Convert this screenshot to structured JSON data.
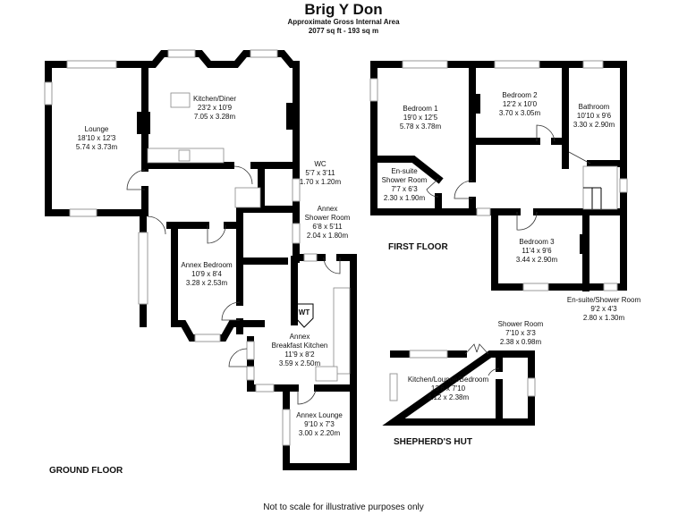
{
  "header": {
    "title": "Brig Y Don",
    "subtitle": "Approximate Gross Internal Area",
    "area": "2077 sq ft - 193 sq m"
  },
  "ground_floor": {
    "label": "GROUND FLOOR",
    "wt_label": "WT",
    "rooms": [
      {
        "name": "Lounge",
        "imperial": "18'10 x 12'3",
        "metric": "5.74 x 3.73m"
      },
      {
        "name": "Kitchen/Diner",
        "imperial": "23'2 x 10'9",
        "metric": "7.05 x 3.28m"
      },
      {
        "name": "WC",
        "imperial": "5'7 x 3'11",
        "metric": "1.70 x 1.20m"
      },
      {
        "name": "Annex",
        "name2": "Shower Room",
        "imperial": "6'8 x 5'11",
        "metric": "2.04 x 1.80m"
      },
      {
        "name": "Annex Bedroom",
        "imperial": "10'9 x 8'4",
        "metric": "3.28 x 2.53m"
      },
      {
        "name": "Annex",
        "name2": "Breakfast Kitchen",
        "imperial": "11'9 x 8'2",
        "metric": "3.59 x 2.50m"
      },
      {
        "name": "Annex Lounge",
        "imperial": "9'10 x 7'3",
        "metric": "3.00 x 2.20m"
      }
    ]
  },
  "first_floor": {
    "label": "FIRST FLOOR",
    "rooms": [
      {
        "name": "Bedroom 1",
        "imperial": "19'0 x 12'5",
        "metric": "5.78 x 3.78m"
      },
      {
        "name": "Bedroom 2",
        "imperial": "12'2 x 10'0",
        "metric": "3.70 x 3.05m"
      },
      {
        "name": "Bathroom",
        "imperial": "10'10 x 9'6",
        "metric": "3.30 x 2.90m"
      },
      {
        "name": "En-suite",
        "name2": "Shower Room",
        "imperial": "7'7 x 6'3",
        "metric": "2.30 x 1.90m"
      },
      {
        "name": "Bedroom 3",
        "imperial": "11'4 x 9'6",
        "metric": "3.44 x 2.90m"
      },
      {
        "name": "En-suite/Shower Room",
        "imperial": "9'2 x 4'3",
        "metric": "2.80 x 1.30m"
      }
    ]
  },
  "shepherds_hut": {
    "label": "SHEPHERD'S HUT",
    "rooms": [
      {
        "name": "Shower Room",
        "imperial": "7'10 x 3'3",
        "metric": "2.38 x 0.98m"
      },
      {
        "name": "Kitchen/Lounge/Bedroom",
        "imperial": "13'6 x 7'10",
        "metric": "4.12 x 2.38m"
      }
    ]
  },
  "footer": {
    "note": "Not to scale for illustrative purposes only"
  }
}
